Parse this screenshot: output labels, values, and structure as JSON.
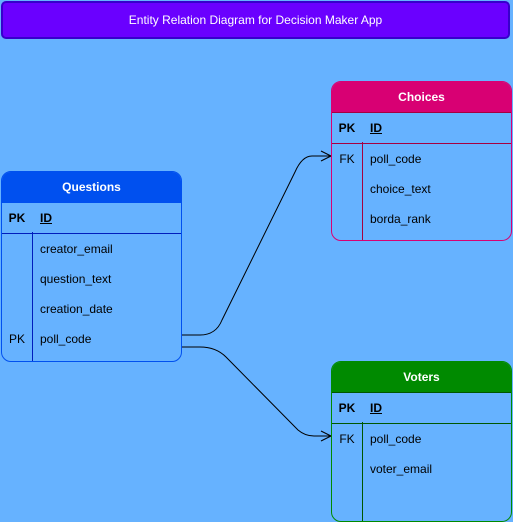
{
  "diagram": {
    "title": "Entity Relation Diagram for Decision Maker App",
    "entities": {
      "questions": {
        "name": "Questions",
        "header_color": "#0050ef",
        "pk": {
          "key": "PK",
          "field": "ID"
        },
        "fields": [
          {
            "key": "",
            "field": "creator_email"
          },
          {
            "key": "",
            "field": "question_text"
          },
          {
            "key": "",
            "field": "creation_date"
          },
          {
            "key": "PK",
            "field": "poll_code"
          }
        ]
      },
      "choices": {
        "name": "Choices",
        "header_color": "#d80073",
        "pk": {
          "key": "PK",
          "field": "ID"
        },
        "fields": [
          {
            "key": "FK",
            "field": "poll_code"
          },
          {
            "key": "",
            "field": "choice_text"
          },
          {
            "key": "",
            "field": "borda_rank"
          }
        ]
      },
      "voters": {
        "name": "Voters",
        "header_color": "#008a00",
        "pk": {
          "key": "PK",
          "field": "ID"
        },
        "fields": [
          {
            "key": "FK",
            "field": "poll_code"
          },
          {
            "key": "",
            "field": "voter_email"
          }
        ]
      }
    },
    "relationships": [
      {
        "from": "Questions.poll_code",
        "to": "Choices.poll_code",
        "cardinality": "one-to-many"
      },
      {
        "from": "Questions.poll_code",
        "to": "Voters.poll_code",
        "cardinality": "one-to-many"
      }
    ]
  }
}
